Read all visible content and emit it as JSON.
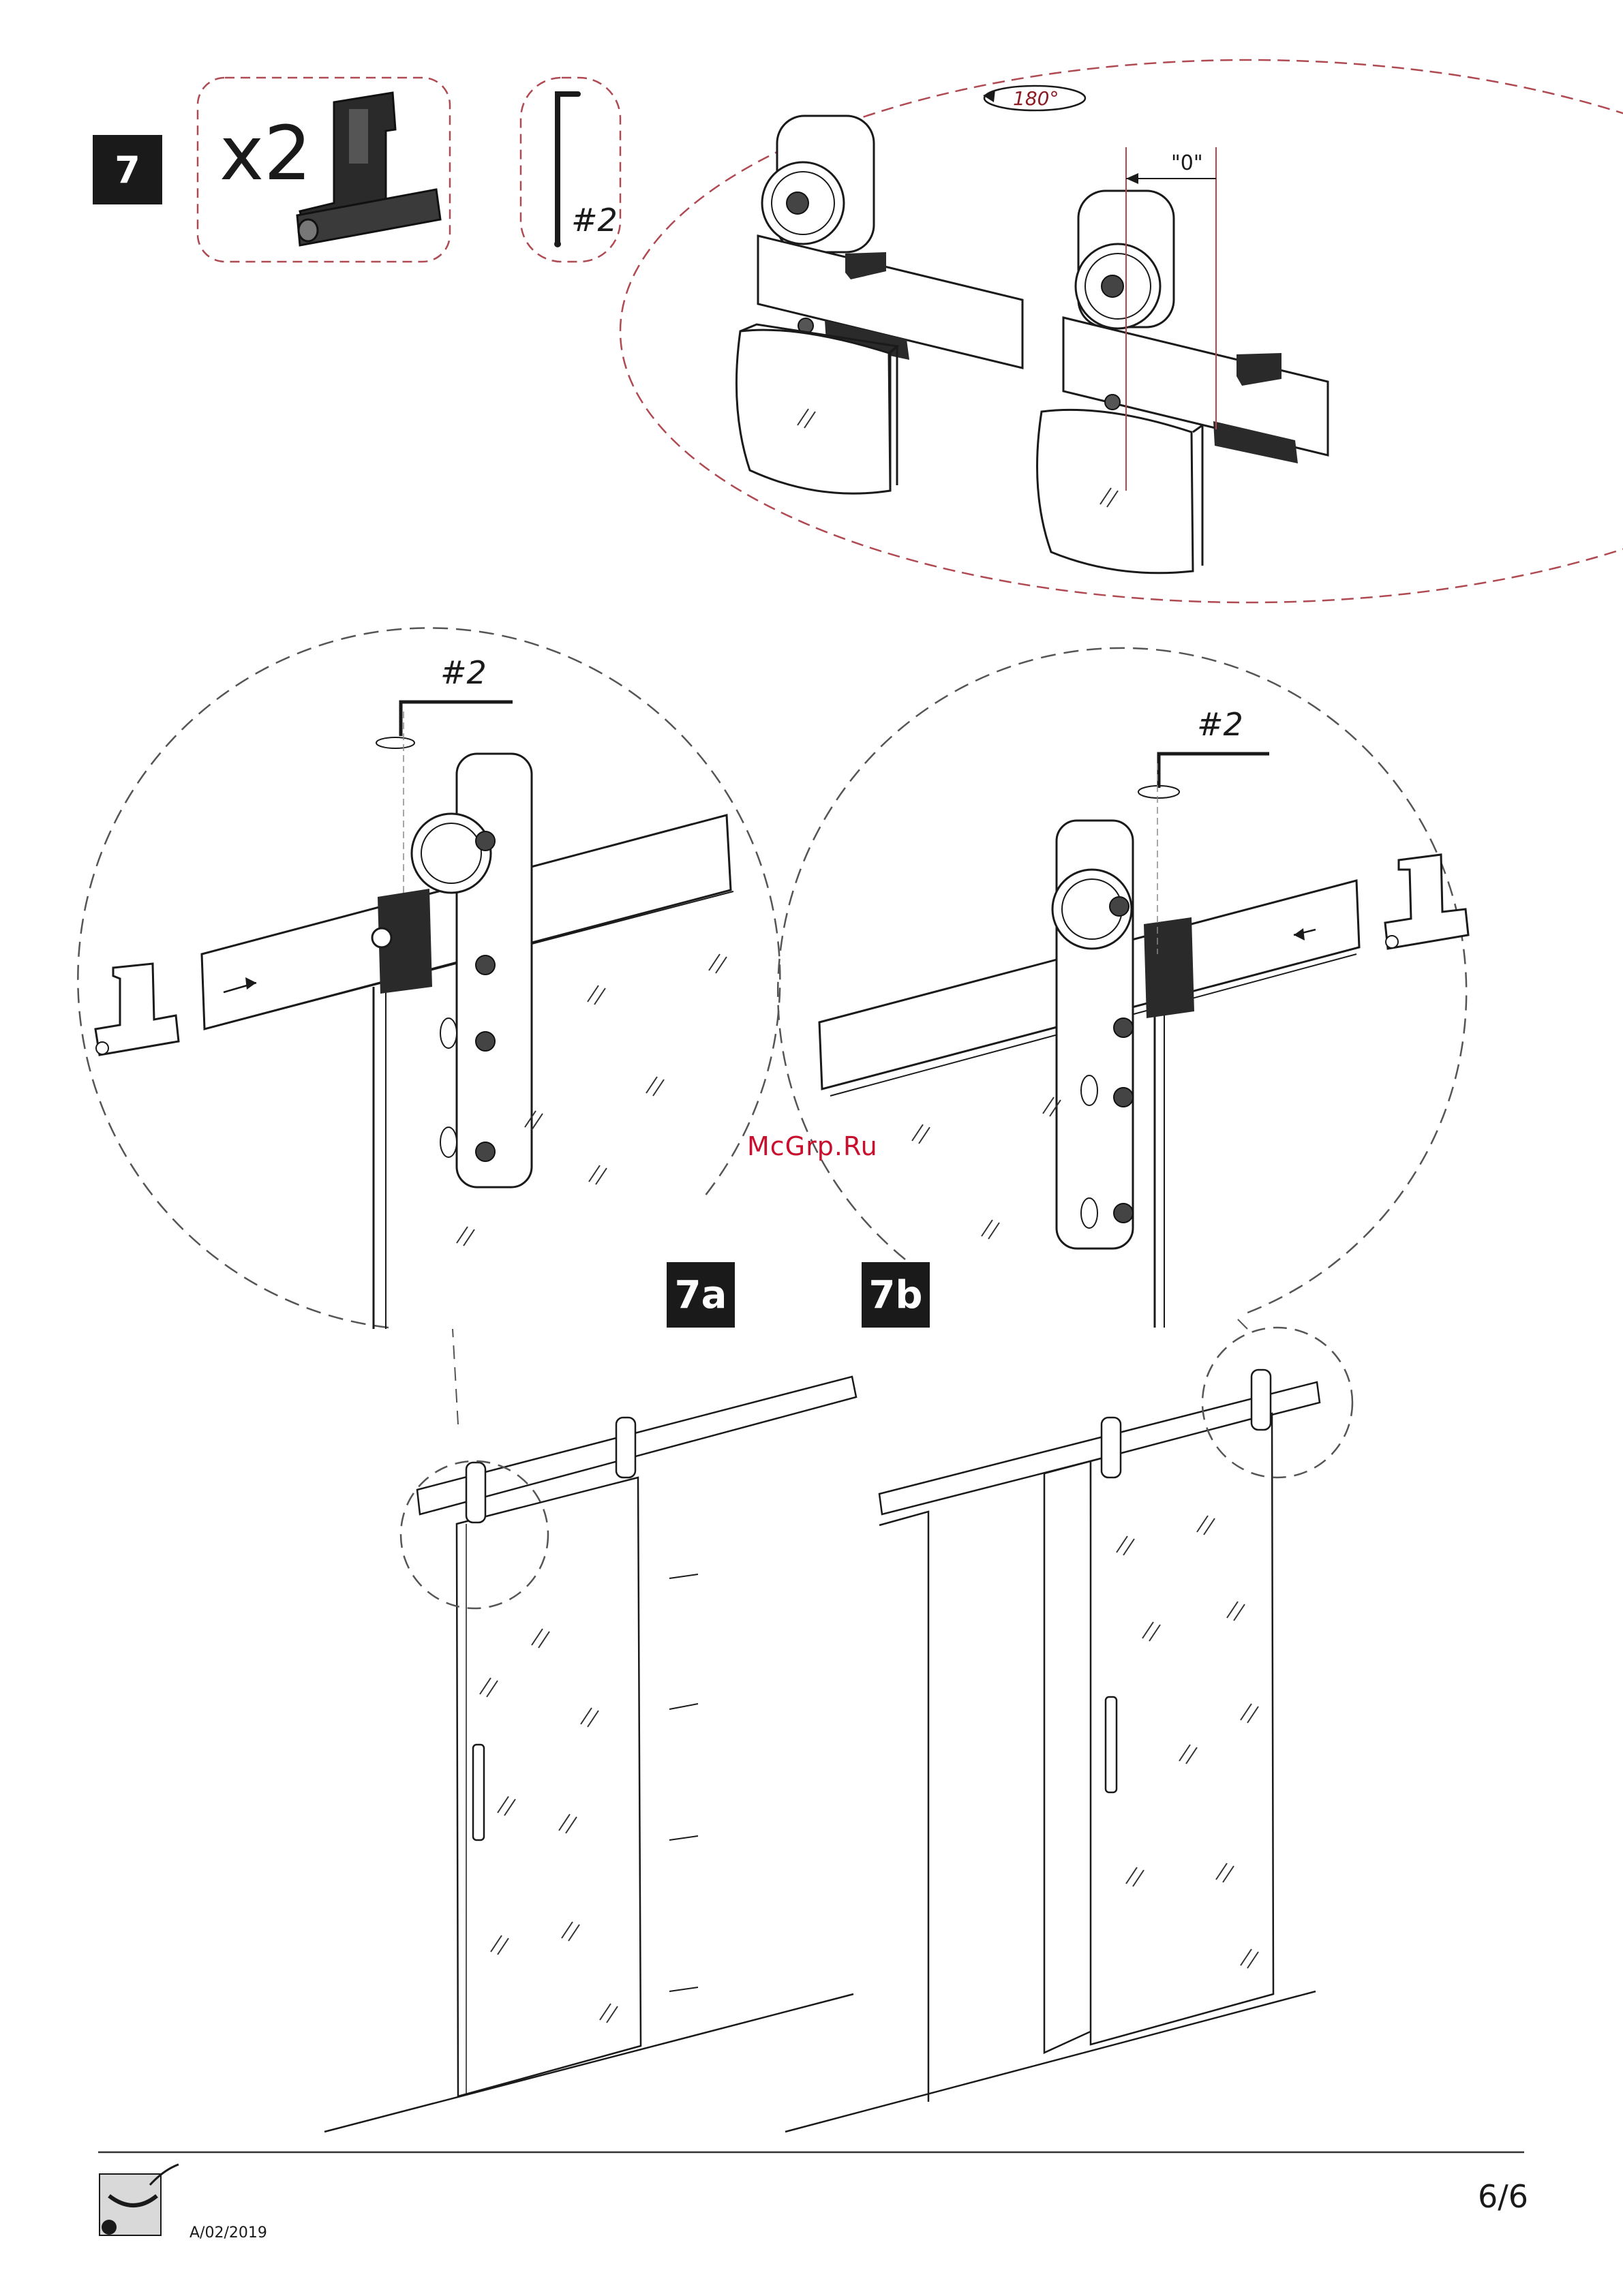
{
  "step": {
    "number": "7",
    "quantity": "x2",
    "tool": "#2",
    "rotation_angle": "180°",
    "gap_label": "\"0\""
  },
  "substeps": [
    {
      "label": "7a",
      "tool": "#2"
    },
    {
      "label": "7b",
      "tool": "#2"
    }
  ],
  "watermark": "McGrp.Ru",
  "footer": {
    "document_code": "A/02/2019",
    "page": "6/6"
  },
  "colors": {
    "ink": "#1a1a1a",
    "accent_red": "#8b1c24",
    "watermark_red": "#c8102e"
  }
}
